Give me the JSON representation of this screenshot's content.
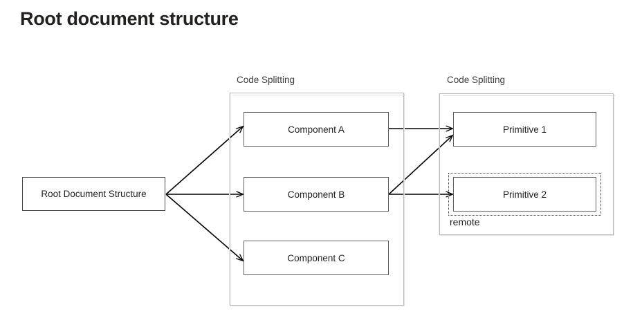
{
  "page": {
    "title": "Root document structure",
    "background": "#ffffff"
  },
  "diagram": {
    "type": "flow-diagram",
    "node_border_color": "#5c5c5c",
    "group_border_color": "#b9b9b9",
    "arrow_color": "#000000",
    "root": {
      "label": "Root Document Structure"
    },
    "groups": [
      {
        "id": "group-components",
        "label": "Code Splitting",
        "nodes": [
          {
            "id": "component-a",
            "label": "Component A"
          },
          {
            "id": "component-b",
            "label": "Component B"
          },
          {
            "id": "component-c",
            "label": "Component C"
          }
        ]
      },
      {
        "id": "group-primitives",
        "label": "Code Splitting",
        "nodes": [
          {
            "id": "primitive-1",
            "label": "Primitive 1"
          },
          {
            "id": "primitive-2",
            "label": "Primitive 2"
          }
        ],
        "dotted_group": {
          "id": "remote-group",
          "label": "remote",
          "contains": [
            "primitive-2"
          ]
        }
      }
    ],
    "edges": [
      {
        "from": "Root Document Structure",
        "to": "Component A"
      },
      {
        "from": "Root Document Structure",
        "to": "Component B"
      },
      {
        "from": "Root Document Structure",
        "to": "Component C"
      },
      {
        "from": "Component A",
        "to": "Primitive 1"
      },
      {
        "from": "Component B",
        "to": "Primitive 1"
      },
      {
        "from": "Component B",
        "to": "Primitive 2"
      }
    ]
  }
}
